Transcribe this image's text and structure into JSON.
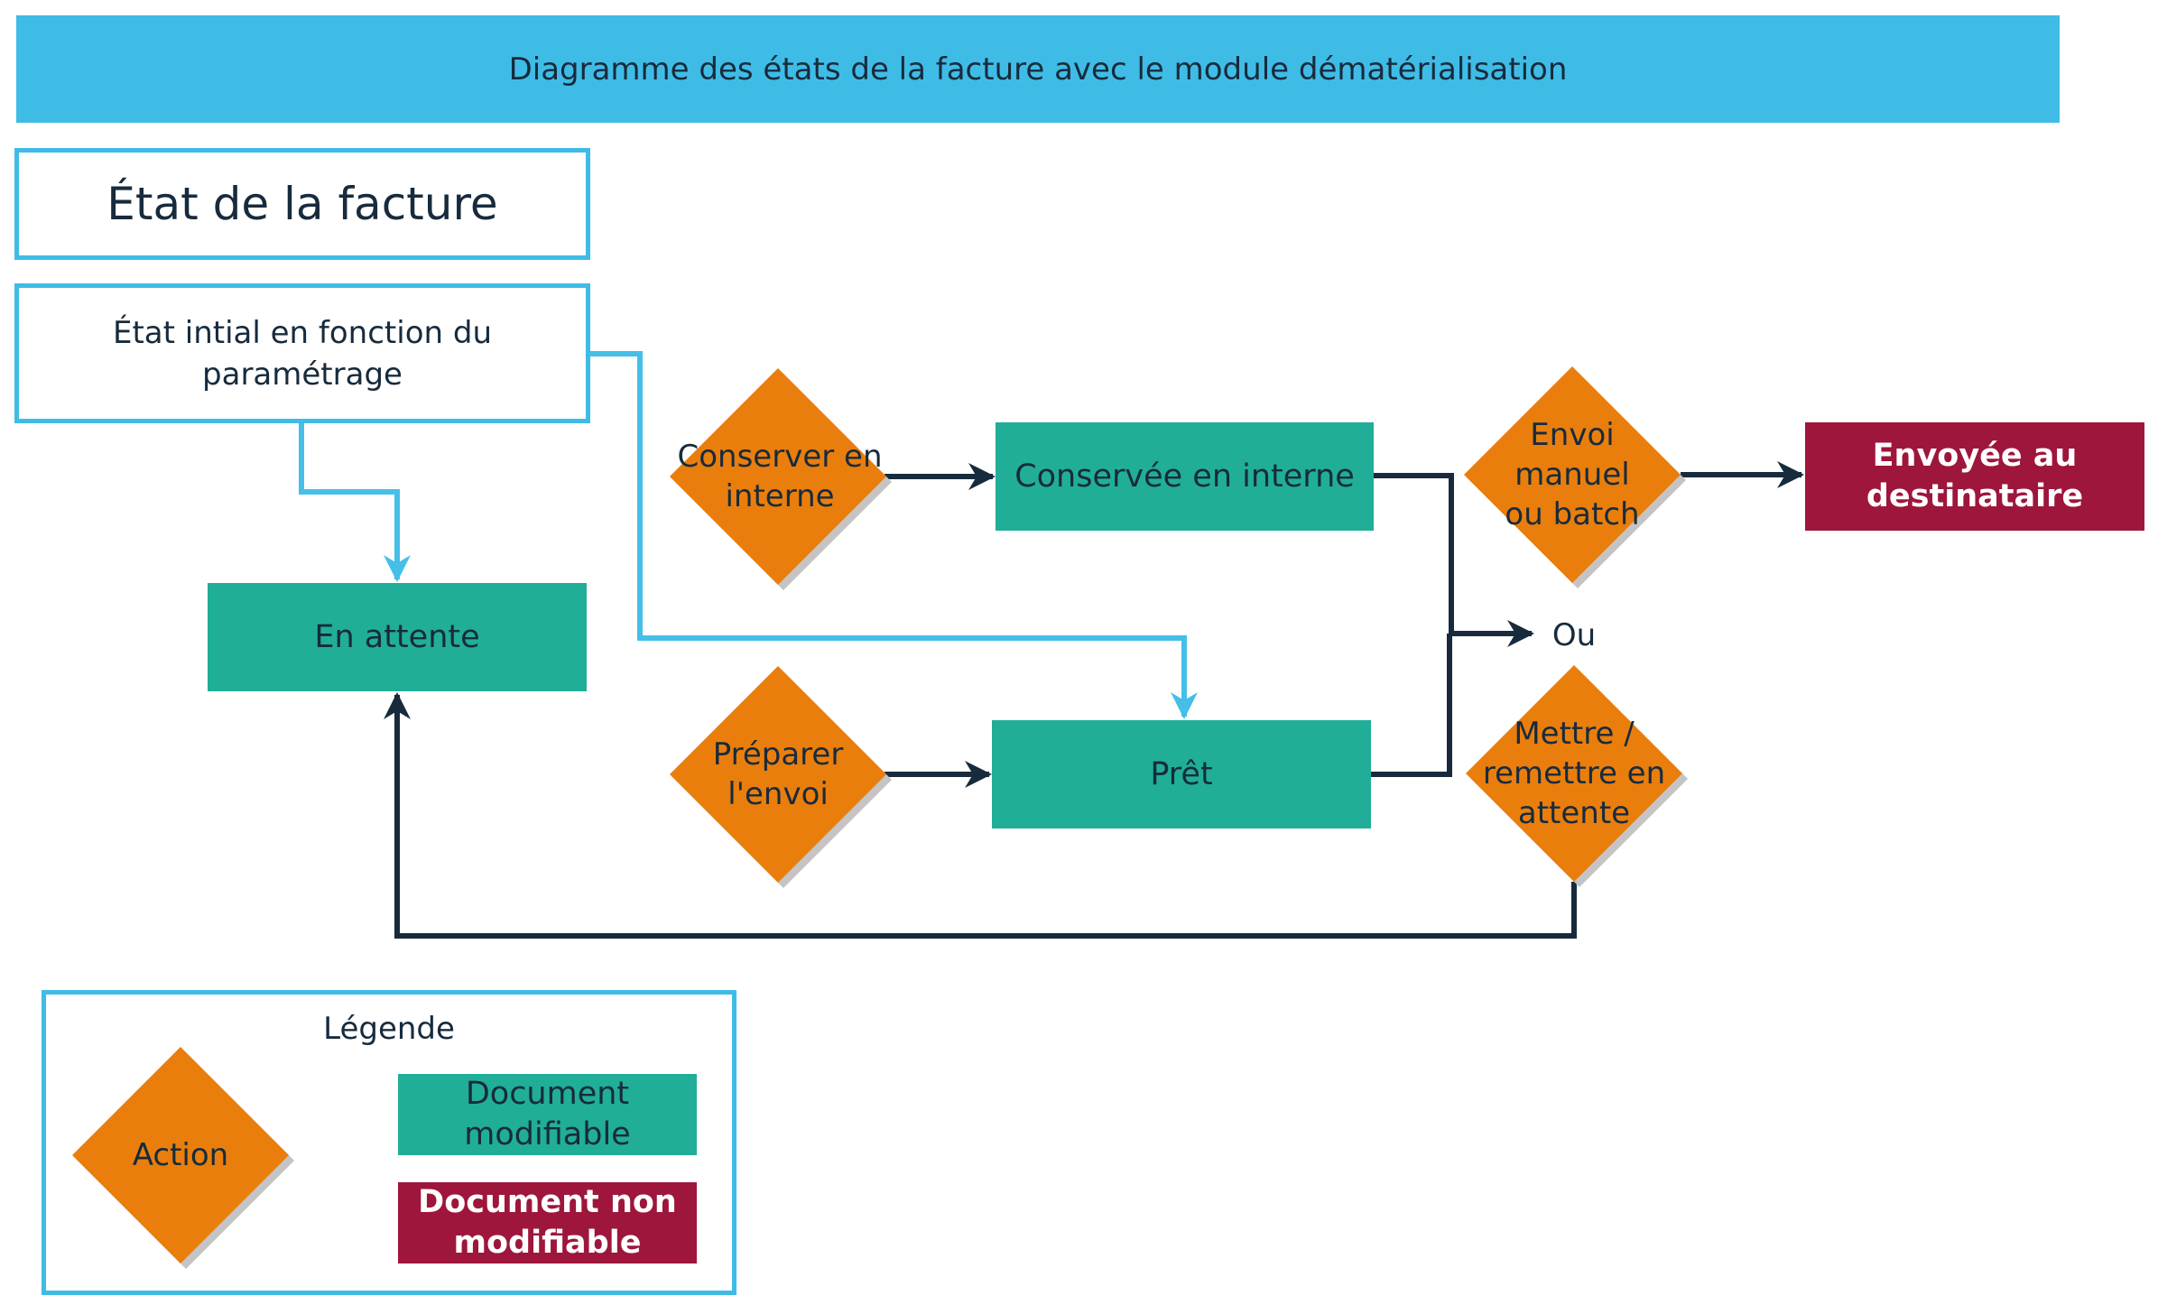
{
  "title": "Diagramme des états de la facture avec le module dématérialisation",
  "header_box": "État de la facture",
  "initial_box": "État intial en fonction du paramétrage",
  "states": {
    "en_attente": "En attente",
    "conservee": "Conservée en interne",
    "pret": "Prêt",
    "envoyee": "Envoyée au destinataire"
  },
  "actions": {
    "conserver": "Conserver en interne",
    "preparer": "Préparer l'envoi",
    "envoi": "Envoi manuel ou batch",
    "mettre": "Mettre / remettre en attente"
  },
  "junction_label": "Ou",
  "legend": {
    "title": "Légende",
    "action": "Action",
    "modifiable": "Document modifiable",
    "non_modifiable": "Document non modifiable"
  },
  "colors": {
    "title_bar": "#3fbce6",
    "action": "#ea7e0c",
    "modifiable": "#21ae98",
    "non_modifiable": "#9e163b",
    "connector_dark": "#172b3d",
    "connector_light": "#45bfe8"
  }
}
